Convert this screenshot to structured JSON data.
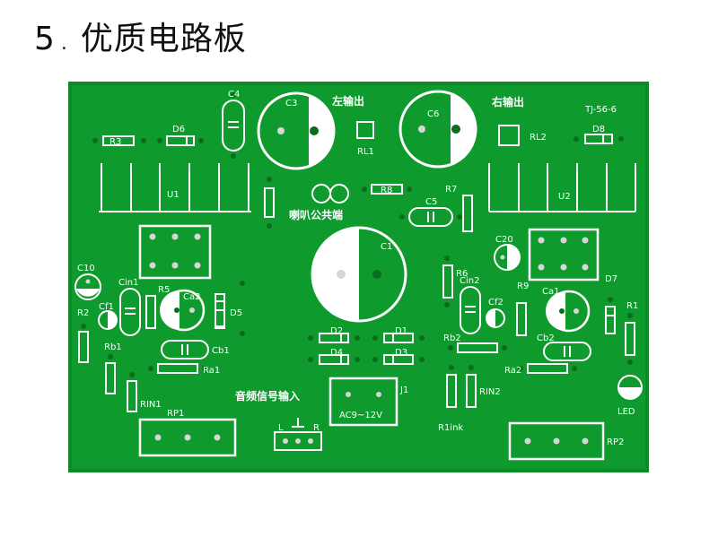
{
  "title": {
    "number": "5",
    "text": "优质电路板"
  },
  "colors": {
    "board": "#0f9a2e",
    "board_edge": "#0b8a27",
    "silk": "#ffffff",
    "pad": "#d6d6d6",
    "pad_dark": "#0a6d1e"
  },
  "board": {
    "model": "TJ-56-6",
    "left_output": "左输出",
    "right_output": "右输出",
    "speaker_common": "喇叭公共端",
    "audio_input": "音频信号输入",
    "power": "AC9~12V",
    "input_l": "L",
    "input_r": "R",
    "labels": {
      "C1": "C1",
      "C3": "C3",
      "C4": "C4",
      "C5": "C5",
      "C6": "C6",
      "C10": "C10",
      "C20": "C20",
      "D1": "D1",
      "D2": "D2",
      "D3": "D3",
      "D4": "D4",
      "D5": "D5",
      "D6": "D6",
      "D7": "D7",
      "D8": "D8",
      "R1": "R1",
      "R2": "R2",
      "R3": "R3",
      "R5": "R5",
      "R6": "R6",
      "R7": "R7",
      "R8": "R8",
      "R9": "R9",
      "U1": "U1",
      "U2": "U2",
      "RL1": "RL1",
      "RL2": "RL2",
      "J1": "J1",
      "RP1": "RP1",
      "RP2": "RP2",
      "LED": "LED",
      "Cin1": "Cin1",
      "Cin2": "Cin2",
      "Ca1": "Ca1",
      "Ca2": "Ca2",
      "Cf1": "Cf1",
      "Cf2": "Cf2",
      "Cb1": "Cb1",
      "Cb2": "Cb2",
      "Rb1": "Rb1",
      "Rb2": "Rb2",
      "Ra1": "Ra1",
      "Ra2": "Ra2",
      "RIN1": "RIN1",
      "RIN2": "RIN2",
      "R1ink": "R1ink"
    }
  }
}
